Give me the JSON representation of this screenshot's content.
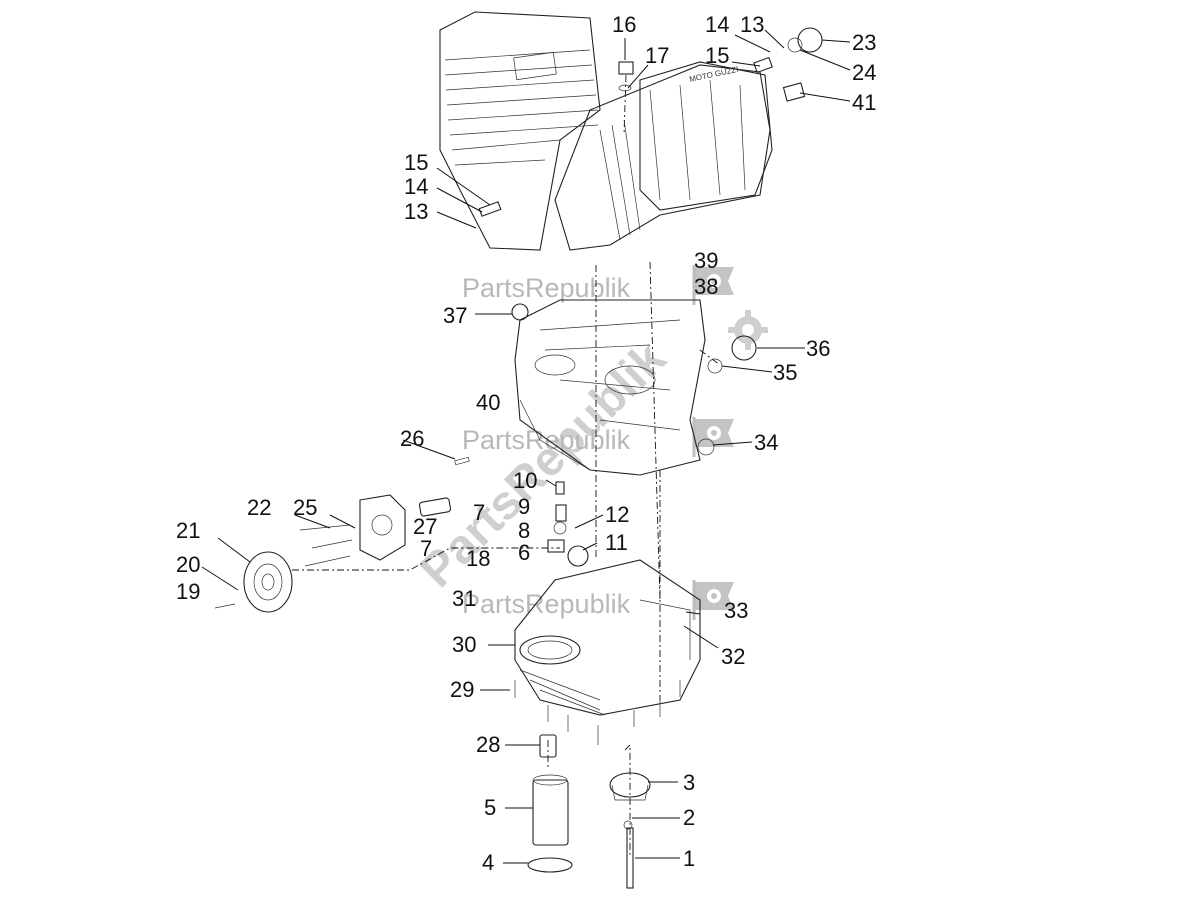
{
  "callouts": [
    {
      "id": "c16",
      "text": "16"
    },
    {
      "id": "c17",
      "text": "17"
    },
    {
      "id": "c14a",
      "text": "14"
    },
    {
      "id": "c13a",
      "text": "13"
    },
    {
      "id": "c15a",
      "text": "15"
    },
    {
      "id": "c23",
      "text": "23"
    },
    {
      "id": "c24",
      "text": "24"
    },
    {
      "id": "c41",
      "text": "41"
    },
    {
      "id": "c15b",
      "text": "15"
    },
    {
      "id": "c14b",
      "text": "14"
    },
    {
      "id": "c13b",
      "text": "13"
    },
    {
      "id": "c39",
      "text": "39"
    },
    {
      "id": "c38",
      "text": "38"
    },
    {
      "id": "c37",
      "text": "37"
    },
    {
      "id": "c36",
      "text": "36"
    },
    {
      "id": "c35",
      "text": "35"
    },
    {
      "id": "c40",
      "text": "40"
    },
    {
      "id": "c34",
      "text": "34"
    },
    {
      "id": "c26",
      "text": "26"
    },
    {
      "id": "c10",
      "text": "10"
    },
    {
      "id": "c9",
      "text": "9"
    },
    {
      "id": "c8",
      "text": "8"
    },
    {
      "id": "c12",
      "text": "12"
    },
    {
      "id": "c11",
      "text": "11"
    },
    {
      "id": "c6",
      "text": "6"
    },
    {
      "id": "c22",
      "text": "22"
    },
    {
      "id": "c25",
      "text": "25"
    },
    {
      "id": "c27",
      "text": "27"
    },
    {
      "id": "c7a",
      "text": "7"
    },
    {
      "id": "c7b",
      "text": "7"
    },
    {
      "id": "c18",
      "text": "18"
    },
    {
      "id": "c21",
      "text": "21"
    },
    {
      "id": "c20",
      "text": "20"
    },
    {
      "id": "c19",
      "text": "19"
    },
    {
      "id": "c31",
      "text": "31"
    },
    {
      "id": "c33",
      "text": "33"
    },
    {
      "id": "c30",
      "text": "30"
    },
    {
      "id": "c32",
      "text": "32"
    },
    {
      "id": "c29",
      "text": "29"
    },
    {
      "id": "c28",
      "text": "28"
    },
    {
      "id": "c3",
      "text": "3"
    },
    {
      "id": "c5",
      "text": "5"
    },
    {
      "id": "c2",
      "text": "2"
    },
    {
      "id": "c1",
      "text": "1"
    },
    {
      "id": "c4",
      "text": "4"
    }
  ],
  "watermarks": {
    "brand_top": "PartsRepublik",
    "brand_middle": "PartsRepublik",
    "brand_bottom": "PartsRepublik",
    "diagonal": "PartsRepublik"
  },
  "icons": [
    "gear-flag-icon",
    "gear-flag-icon",
    "gear-flag-icon",
    "gear-icon"
  ]
}
